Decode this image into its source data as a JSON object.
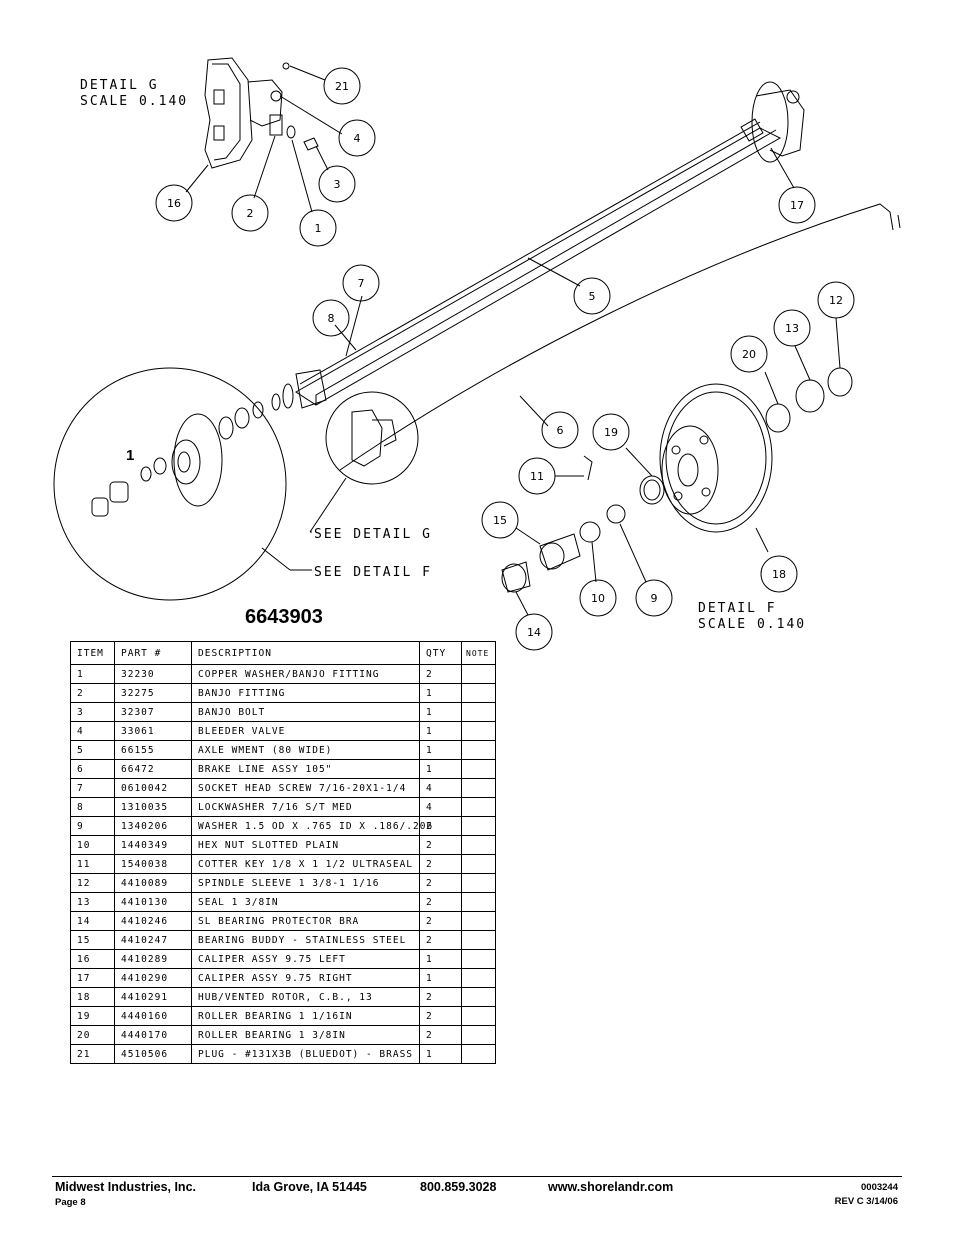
{
  "drawing": {
    "detail_g_title": "DETAIL  G",
    "detail_g_scale": "SCALE  0.140",
    "detail_f_title": "DETAIL  F",
    "detail_f_scale": "SCALE  0.140",
    "see_detail_g": "SEE DETAIL  G",
    "see_detail_f": "SEE DETAIL  F",
    "inset_label": "1",
    "callouts": [
      "21",
      "4",
      "3",
      "16",
      "2",
      "1",
      "17",
      "7",
      "5",
      "8",
      "12",
      "13",
      "20",
      "19",
      "6",
      "11",
      "15",
      "18",
      "10",
      "9",
      "14"
    ]
  },
  "assembly_number": "6643903",
  "table": {
    "headers": [
      "ITEM",
      "PART #",
      "DESCRIPTION",
      "QTY",
      "NOTE"
    ],
    "rows": [
      [
        "1",
        "32230",
        "COPPER WASHER/BANJO FITTING",
        "2",
        ""
      ],
      [
        "2",
        "32275",
        "BANJO FITTING",
        "1",
        ""
      ],
      [
        "3",
        "32307",
        "BANJO BOLT",
        "1",
        ""
      ],
      [
        "4",
        "33061",
        "BLEEDER VALVE",
        "1",
        ""
      ],
      [
        "5",
        "66155",
        "AXLE WMENT (80 WIDE)",
        "1",
        ""
      ],
      [
        "6",
        "66472",
        "BRAKE LINE ASSY 105\"",
        "1",
        ""
      ],
      [
        "7",
        "0610042",
        "SOCKET HEAD SCREW 7/16-20X1-1/4",
        "4",
        ""
      ],
      [
        "8",
        "1310035",
        "LOCKWASHER 7/16 S/T MED",
        "4",
        ""
      ],
      [
        "9",
        "1340206",
        "WASHER 1.5 OD X .765 ID X .186/.206",
        "2",
        ""
      ],
      [
        "10",
        "1440349",
        "HEX NUT SLOTTED PLAIN",
        "2",
        ""
      ],
      [
        "11",
        "1540038",
        "COTTER KEY 1/8 X 1 1/2 ULTRASEAL",
        "2",
        ""
      ],
      [
        "12",
        "4410089",
        "SPINDLE SLEEVE  1 3/8-1 1/16",
        "2",
        ""
      ],
      [
        "13",
        "4410130",
        "SEAL  1 3/8IN",
        "2",
        ""
      ],
      [
        "14",
        "4410246",
        "SL BEARING PROTECTOR BRA",
        "2",
        ""
      ],
      [
        "15",
        "4410247",
        "BEARING BUDDY - STAINLESS STEEL",
        "2",
        ""
      ],
      [
        "16",
        "4410289",
        "CALIPER ASSY 9.75 LEFT",
        "1",
        ""
      ],
      [
        "17",
        "4410290",
        "CALIPER ASSY 9.75 RIGHT",
        "1",
        ""
      ],
      [
        "18",
        "4410291",
        "HUB/VENTED ROTOR, C.B.,  13",
        "2",
        ""
      ],
      [
        "19",
        "4440160",
        "ROLLER BEARING  1 1/16IN",
        "2",
        ""
      ],
      [
        "20",
        "4440170",
        "ROLLER BEARING  1 3/8IN",
        "2",
        ""
      ],
      [
        "21",
        "4510506",
        "PLUG - #131X3B (BLUEDOT) - BRASS",
        "1",
        ""
      ]
    ]
  },
  "footer": {
    "company": "Midwest Industries, Inc.",
    "city": "Ida Grove, IA  51445",
    "phone": "800.859.3028",
    "website": "www.shorelandr.com",
    "page": "Page 8",
    "doc_number": "0003244",
    "revision": "REV  C  3/14/06"
  }
}
